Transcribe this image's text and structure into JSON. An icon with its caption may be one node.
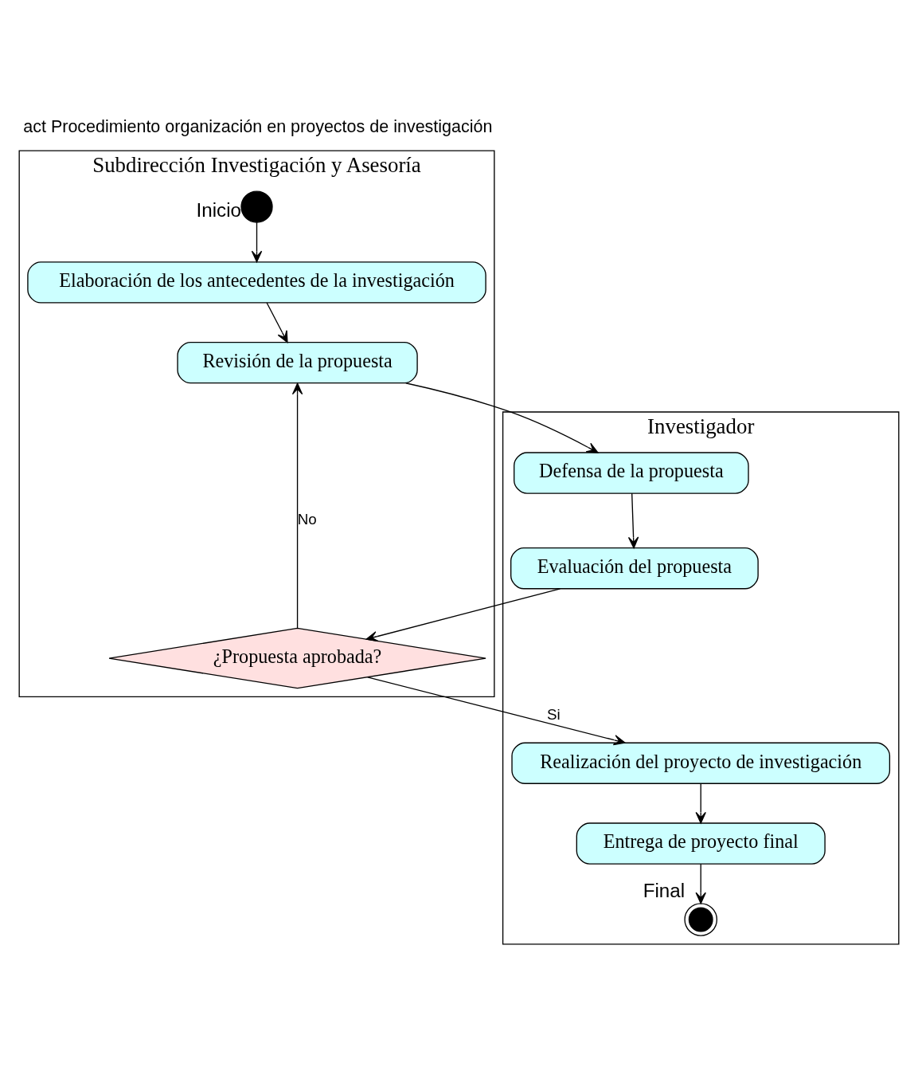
{
  "diagram": {
    "title": "act Procedimiento organización en proyectos de investigación",
    "nodes": [
      {
        "text": [
          "Subdirección Investigación y Asesoría"
        ]
      },
      {
        "text": [
          "Investigador"
        ]
      },
      {
        "text": [],
        "shape": "circle",
        "beside": [
          "Inicio"
        ],
        "in": 0
      },
      {
        "text": [
          "Elaboración de los antecedentes de la investigación"
        ],
        "in": 0
      },
      {
        "text": [
          "Revisión de la propuesta"
        ],
        "in": 0
      },
      {
        "text": [
          "Defensa de la propuesta"
        ],
        "in": 1
      },
      {
        "text": [
          "Evaluación del propuesta"
        ],
        "in": 1
      },
      {
        "text": [
          "¿Propuesta aprobada?"
        ],
        "in": 0
      },
      {
        "text": [
          "Realización del proyecto de investigación"
        ],
        "in": 1
      },
      {
        "text": [
          "Entrega de proyecto final"
        ],
        "in": 1
      },
      {
        "text": [],
        "shape": "circle",
        "beside": [
          "Final"
        ],
        "in": 1
      }
    ],
    "edges": [
      {
        "from": 2,
        "to": 3,
        "arrow": "to"
      },
      {
        "from": 3,
        "to": 4,
        "arrow": "to"
      },
      {
        "from": 4,
        "to": 5,
        "arrow": "to"
      },
      {
        "from": 5,
        "to": 6,
        "arrow": "to"
      },
      {
        "from": 6,
        "to": 7,
        "arrow": "to"
      },
      {
        "from": 7,
        "to": 4,
        "arrow": "to",
        "label": "No"
      },
      {
        "from": 7,
        "to": 8,
        "arrow": "to",
        "label": "Si"
      },
      {
        "from": 8,
        "to": 9,
        "arrow": "to"
      },
      {
        "from": 9,
        "to": 10,
        "arrow": "to"
      }
    ]
  }
}
